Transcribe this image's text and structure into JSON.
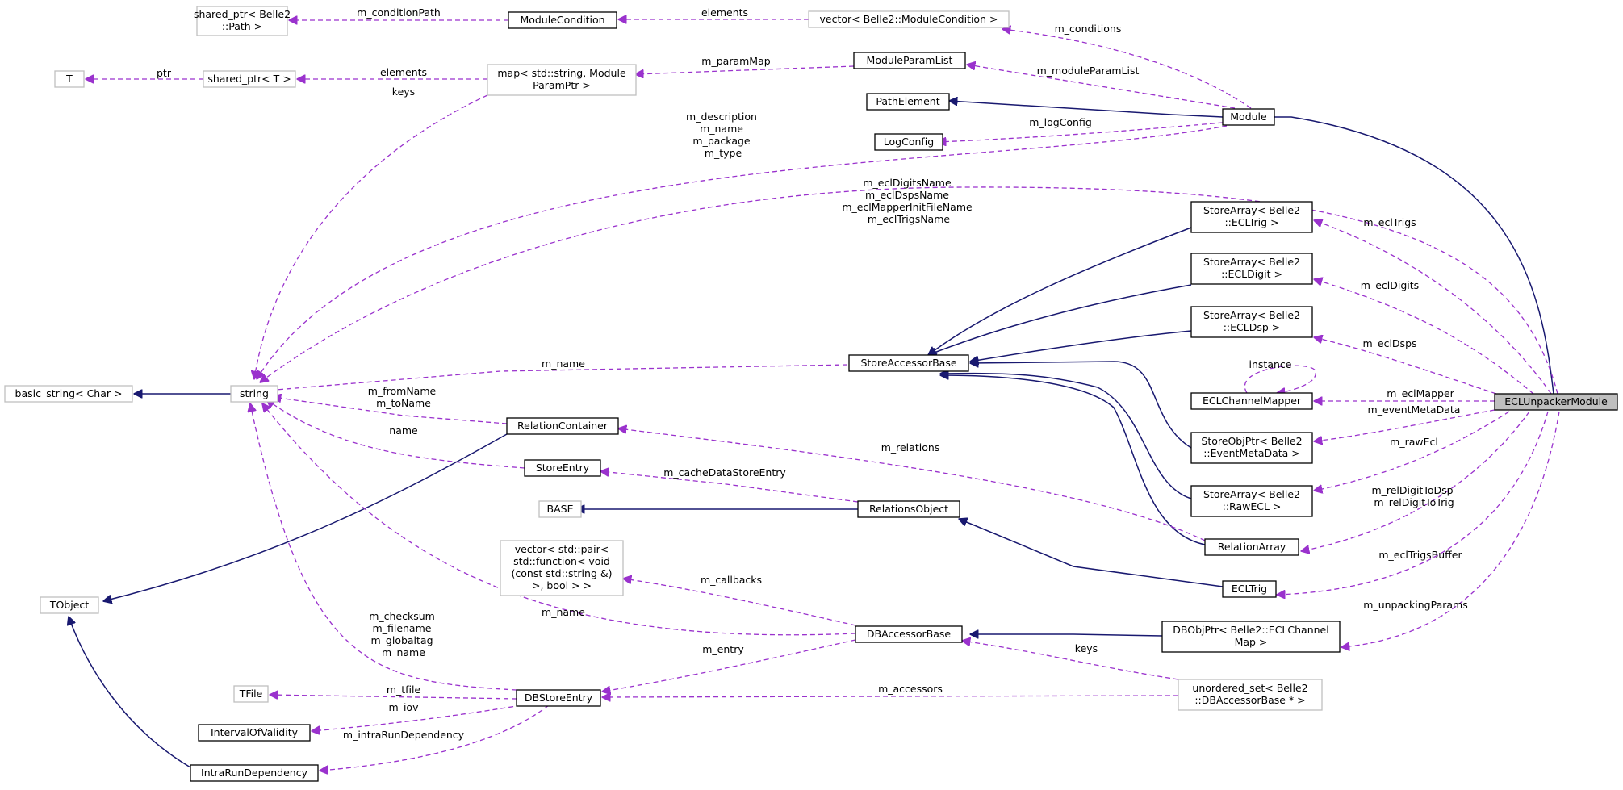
{
  "nodes": {
    "ECLUnpackerModule": "ECLUnpackerModule",
    "Module": "Module",
    "PathElement": "PathElement",
    "LogConfig": "LogConfig",
    "ModuleParamList": "ModuleParamList",
    "ModuleCondition": "ModuleCondition",
    "shared_ptr_path": [
      "shared_ptr< Belle2",
      "::Path >"
    ],
    "vector_modcond": "vector< Belle2::ModuleCondition >",
    "map_param": [
      "map< std::string, Module",
      "ParamPtr >"
    ],
    "shared_ptr_T": "shared_ptr< T >",
    "T": "T",
    "string": "string",
    "basic_string": "basic_string< Char >",
    "StoreAccessorBase": "StoreAccessorBase",
    "StoreArray_ECLTrig": [
      "StoreArray< Belle2",
      "::ECLTrig >"
    ],
    "StoreArray_ECLDigit": [
      "StoreArray< Belle2",
      "::ECLDigit >"
    ],
    "StoreArray_ECLDsp": [
      "StoreArray< Belle2",
      "::ECLDsp >"
    ],
    "ECLChannelMapper": "ECLChannelMapper",
    "StoreObjPtr_EventMetaData": [
      "StoreObjPtr< Belle2",
      "::EventMetaData >"
    ],
    "StoreArray_RawECL": [
      "StoreArray< Belle2",
      "::RawECL >"
    ],
    "RelationArray": "RelationArray",
    "ECLTrig": "ECLTrig",
    "RelationContainer": "RelationContainer",
    "StoreEntry": "StoreEntry",
    "BASE": "BASE",
    "RelationsObject": "RelationsObject",
    "TObject": "TObject",
    "vector_pair": [
      "vector< std::pair<",
      "std::function< void",
      "(const std::string &)",
      ">, bool > >"
    ],
    "DBAccessorBase": "DBAccessorBase",
    "DBObjPtr_ECLChannelMap": [
      "DBObjPtr< Belle2::ECLChannel",
      "Map >"
    ],
    "TFile": "TFile",
    "DBStoreEntry": "DBStoreEntry",
    "unordered_set": [
      "unordered_set< Belle2",
      "::DBAccessorBase * >"
    ],
    "IntervalOfValidity": "IntervalOfValidity",
    "IntraRunDependency": "IntraRunDependency"
  },
  "labels": {
    "m_conditionPath": "m_conditionPath",
    "elements_modcond": "elements",
    "m_conditions": "m_conditions",
    "ptr": "ptr",
    "elements_sharedT": "elements",
    "m_paramMap": "m_paramMap",
    "m_moduleParamList": "m_moduleParamList",
    "keys_map": "keys",
    "m_logConfig": "m_logConfig",
    "module_strings": [
      "m_description",
      "m_name",
      "m_package",
      "m_type"
    ],
    "ecl_strings": [
      "m_eclDigitsName",
      "m_eclDspsName",
      "m_eclMapperInitFileName",
      "m_eclTrigsName"
    ],
    "m_eclTrigs": "m_eclTrigs",
    "m_eclDigits": "m_eclDigits",
    "m_eclDsps": "m_eclDsps",
    "instance": "instance",
    "m_eclMapper": "m_eclMapper",
    "m_eventMetaData": "m_eventMetaData",
    "m_rawEcl": "m_rawEcl",
    "m_relDigit": [
      "m_relDigitToDsp",
      "m_relDigitToTrig"
    ],
    "m_eclTrigsBuffer": "m_eclTrigsBuffer",
    "m_unpackingParams": "m_unpackingParams",
    "m_name_store": "m_name",
    "fromTo": [
      "m_fromName",
      "m_toName"
    ],
    "name_storeentry": "name",
    "m_relations": "m_relations",
    "m_cacheDataStoreEntry": "m_cacheDataStoreEntry",
    "m_callbacks": "m_callbacks",
    "m_name_db": "m_name",
    "dbstore_strings": [
      "m_checksum",
      "m_filename",
      "m_globaltag",
      "m_name"
    ],
    "m_entry": "m_entry",
    "keys_db": "keys",
    "m_tfile": "m_tfile",
    "m_accessors": "m_accessors",
    "m_iov": "m_iov",
    "m_intraRunDependency": "m_intraRunDependency"
  },
  "colors": {
    "inheritance": "#191970",
    "usage": "#9a32cd",
    "focus_fill": "#bfbfbf",
    "external_border": "#bfbfbf"
  }
}
